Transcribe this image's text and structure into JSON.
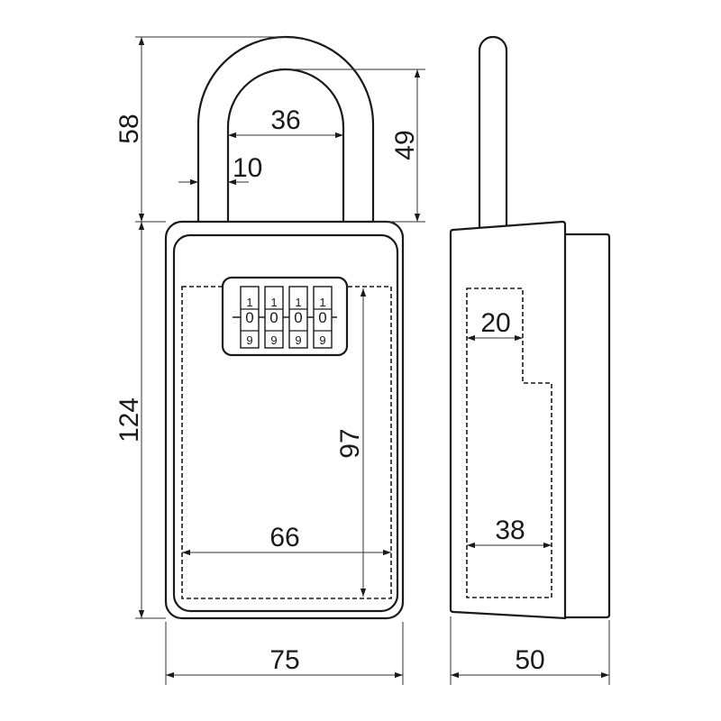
{
  "front_view": {
    "dimensions": {
      "shackle_height": "58",
      "shackle_clearance": "49",
      "shackle_inner_width": "36",
      "shackle_thickness": "10",
      "body_height": "124",
      "body_width": "75",
      "compartment_height": "97",
      "compartment_width": "66"
    },
    "dials": [
      {
        "top": "1",
        "middle": "0",
        "bottom": "9"
      },
      {
        "top": "1",
        "middle": "0",
        "bottom": "9"
      },
      {
        "top": "1",
        "middle": "0",
        "bottom": "9"
      },
      {
        "top": "1",
        "middle": "0",
        "bottom": "9"
      }
    ]
  },
  "side_view": {
    "dimensions": {
      "compartment_top_depth": "20",
      "compartment_bottom_depth": "38",
      "body_depth": "50"
    }
  }
}
